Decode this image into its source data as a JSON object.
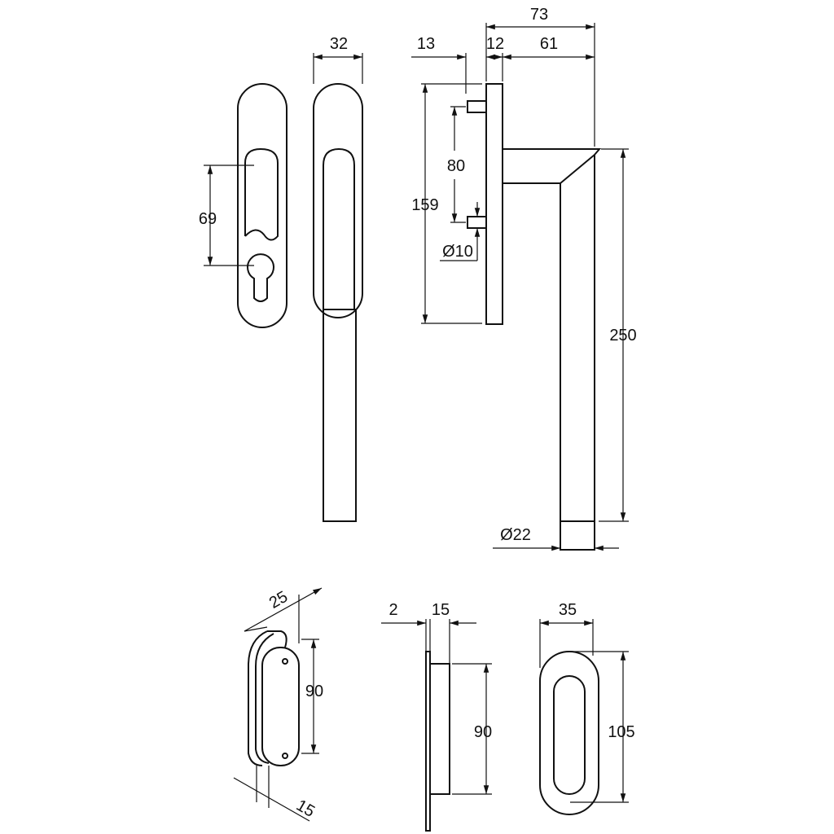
{
  "title": "Sliding door handle set technical drawing",
  "dimensions": {
    "escutcheon_slot": "69",
    "handle_width": "32",
    "total_depth": "73",
    "pin_offset": "13",
    "plate_thickness": "12",
    "lever_projection": "61",
    "pin_spacing": "80",
    "plate_height": "159",
    "pin_diameter": "Ø10",
    "lever_length": "250",
    "lever_diameter": "Ø22",
    "pull_width_iso": "25",
    "pull_height_iso": "90",
    "pull_depth_iso": "15",
    "flange": "2",
    "pull_depth": "15",
    "pull_height_side": "90",
    "oval_width": "35",
    "oval_height": "105"
  }
}
